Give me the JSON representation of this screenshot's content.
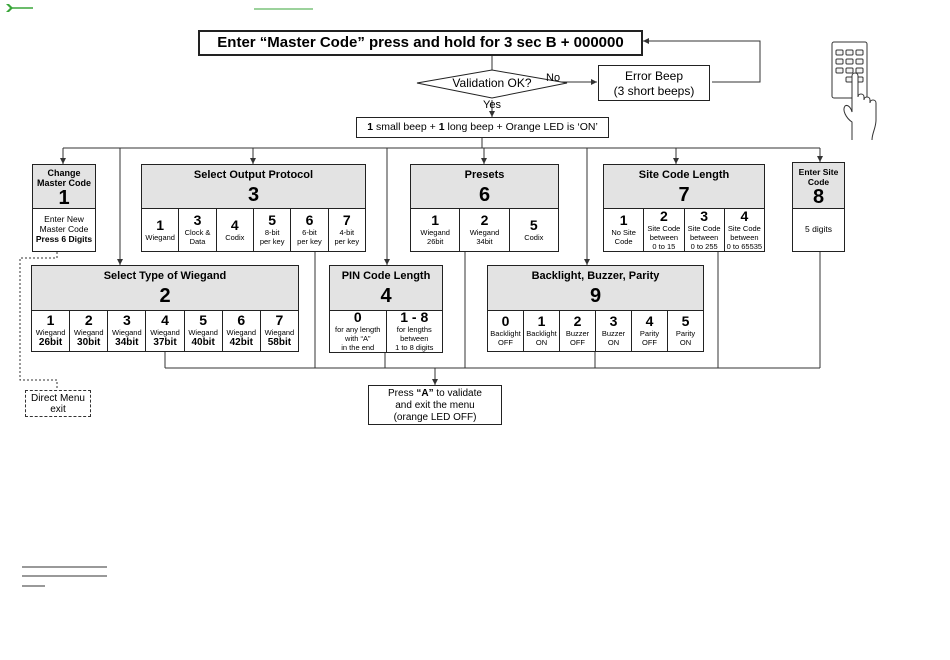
{
  "start": {
    "prefix": "Enter ",
    "master_code": "“Master Code”",
    "rest": " press and hold for 3 sec B + 000000"
  },
  "decision": {
    "question": "Validation OK?",
    "no": "No",
    "yes": "Yes"
  },
  "error": {
    "line1": "Error Beep",
    "line2": "(3 short beeps)"
  },
  "confirm": {
    "n1": "1",
    "t1": " small beep + ",
    "n2": "1",
    "t2": " long beep + Orange LED is ‘ON’"
  },
  "menu1": {
    "title1": "Change",
    "title2": "Master Code",
    "number": "1",
    "line1": "Enter New",
    "line2": "Master Code",
    "line3": "Press 6 Digits"
  },
  "menu3": {
    "title": "Select Output Protocol",
    "number": "3",
    "options": [
      {
        "n": "1",
        "l1": "Wiegand",
        "l2": ""
      },
      {
        "n": "3",
        "l1": "Clock &",
        "l2": "Data"
      },
      {
        "n": "4",
        "l1": "Codix",
        "l2": ""
      },
      {
        "n": "5",
        "l1": "8-bit",
        "l2": "per key"
      },
      {
        "n": "6",
        "l1": "6-bit",
        "l2": "per key"
      },
      {
        "n": "7",
        "l1": "4-bit",
        "l2": "per key"
      }
    ]
  },
  "menu6": {
    "title": "Presets",
    "number": "6",
    "options": [
      {
        "n": "1",
        "l1": "Wiegand",
        "l2": "26bit"
      },
      {
        "n": "2",
        "l1": "Wiegand",
        "l2": "34bit"
      },
      {
        "n": "5",
        "l1": "Codix",
        "l2": ""
      }
    ]
  },
  "menu7": {
    "title": "Site Code Length",
    "number": "7",
    "options": [
      {
        "n": "1",
        "l1": "No Site",
        "l2": "Code",
        "l3": ""
      },
      {
        "n": "2",
        "l1": "Site Code",
        "l2": "between",
        "l3": "0 to 15"
      },
      {
        "n": "3",
        "l1": "Site Code",
        "l2": "between",
        "l3": "0 to 255"
      },
      {
        "n": "4",
        "l1": "Site Code",
        "l2": "between",
        "l3": "0 to 65535"
      }
    ]
  },
  "menu8": {
    "title1": "Enter Site",
    "title2": "Code",
    "number": "8",
    "body": "5 digits"
  },
  "menu2": {
    "title": "Select Type of Wiegand",
    "number": "2",
    "options": [
      {
        "n": "1",
        "l": "Wiegand",
        "b": "26bit"
      },
      {
        "n": "2",
        "l": "Wiegand",
        "b": "30bit"
      },
      {
        "n": "3",
        "l": "Wiegand",
        "b": "34bit"
      },
      {
        "n": "4",
        "l": "Wiegand",
        "b": "37bit"
      },
      {
        "n": "5",
        "l": "Wiegand",
        "b": "40bit"
      },
      {
        "n": "6",
        "l": "Wiegand",
        "b": "42bit"
      },
      {
        "n": "7",
        "l": "Wiegand",
        "b": "58bit"
      }
    ]
  },
  "menu4": {
    "title": "PIN Code Length",
    "number": "4",
    "options": [
      {
        "n": "0",
        "l1": "for any length",
        "l2": "with “A”",
        "l3": "in the end"
      },
      {
        "n": "1 - 8",
        "l1": "for lengths",
        "l2": "between",
        "l3": "1 to 8 digits"
      }
    ]
  },
  "menu9": {
    "title": "Backlight, Buzzer, Parity",
    "number": "9",
    "options": [
      {
        "n": "0",
        "l1": "Backlight",
        "l2": "OFF"
      },
      {
        "n": "1",
        "l1": "Backlight",
        "l2": "ON"
      },
      {
        "n": "2",
        "l1": "Buzzer",
        "l2": "OFF"
      },
      {
        "n": "3",
        "l1": "Buzzer",
        "l2": "ON"
      },
      {
        "n": "4",
        "l1": "Parity",
        "l2": "OFF"
      },
      {
        "n": "5",
        "l1": "Parity",
        "l2": "ON"
      }
    ]
  },
  "exit": {
    "line1_pre": "Press ",
    "line1_key": "“A”",
    "line1_post": " to validate",
    "line2": "and exit the menu",
    "line3": "(orange LED OFF)"
  },
  "direct_exit": {
    "line1": "Direct Menu",
    "line2": "exit"
  },
  "colors": {
    "accent": "#3aa63a",
    "header_fill": "#e3e3e3",
    "line": "#222222"
  },
  "icons": {
    "keypad": "keypad-hand-icon",
    "arrow": "chevron-right-icon"
  }
}
